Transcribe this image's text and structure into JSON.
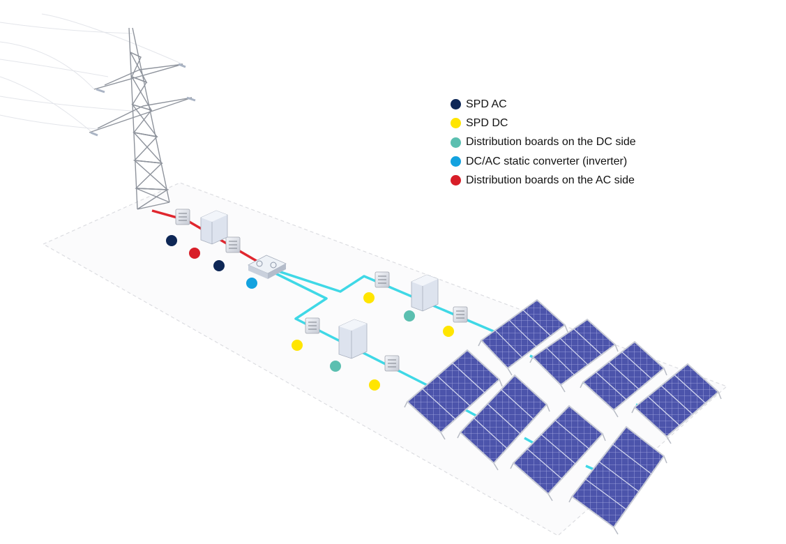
{
  "legend": [
    {
      "key": "spd_ac",
      "label": "SPD AC",
      "color": "#0e2756"
    },
    {
      "key": "spd_dc",
      "label": "SPD DC",
      "color": "#ffe500"
    },
    {
      "key": "dc_board",
      "label": "Distribution boards on the DC side",
      "color": "#5bbfb0"
    },
    {
      "key": "inverter",
      "label": "DC/AC static converter (inverter)",
      "color": "#13a2df"
    },
    {
      "key": "ac_board",
      "label": "Distribution boards on the AC side",
      "color": "#d81e28"
    }
  ],
  "colors": {
    "ac_cable": "#e0262e",
    "dc_cable": "#3fd8e6",
    "panel": "#4a52a8",
    "panel_frame": "#c9ccd6"
  },
  "icons": {
    "pylon": "transmission-tower-icon",
    "spd": "surge-protector-icon",
    "board": "distribution-board-icon",
    "inverter": "inverter-icon",
    "solar": "solar-panel-icon"
  }
}
